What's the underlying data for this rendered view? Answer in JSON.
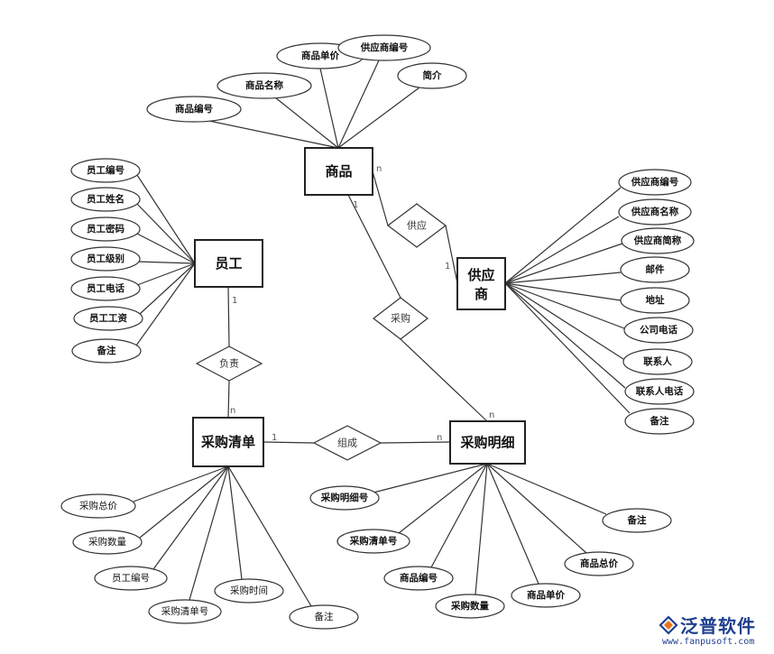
{
  "entities": {
    "goods": "商品",
    "employee": "员工",
    "supplier_l1": "供应",
    "supplier_l2": "商",
    "list": "采购清单",
    "detail": "采购明细"
  },
  "relations": {
    "supply": "供应",
    "purchase": "采购",
    "responsible": "负责",
    "compose": "组成"
  },
  "cardinalities": {
    "goods_supply": "n",
    "supplier_supply": "1",
    "goods_purchase": "1",
    "detail_purchase": "n",
    "employee_resp": "1",
    "list_resp": "n",
    "list_compose": "1",
    "detail_compose": "n"
  },
  "goods_attributes": [
    "商品编号",
    "商品名称",
    "商品单价",
    "供应商编号",
    "简介"
  ],
  "employee_attributes": [
    "员工编号",
    "员工姓名",
    "员工密码",
    "员工级别",
    "员工电话",
    "员工工资",
    "备注"
  ],
  "supplier_attributes": [
    "供应商编号",
    "供应商名称",
    "供应商简称",
    "邮件",
    "地址",
    "公司电话",
    "联系人",
    "联系人电话",
    "备注"
  ],
  "list_attributes": [
    "采购总价",
    "采购数量",
    "员工编号",
    "采购清单号",
    "采购时间",
    "备注"
  ],
  "detail_attributes": [
    "采购明细号",
    "采购清单号",
    "商品编号",
    "采购数量",
    "商品单价",
    "商品总价",
    "备注"
  ],
  "watermark": {
    "brand": "泛普软件",
    "url": "www.fanpusoft.com"
  }
}
